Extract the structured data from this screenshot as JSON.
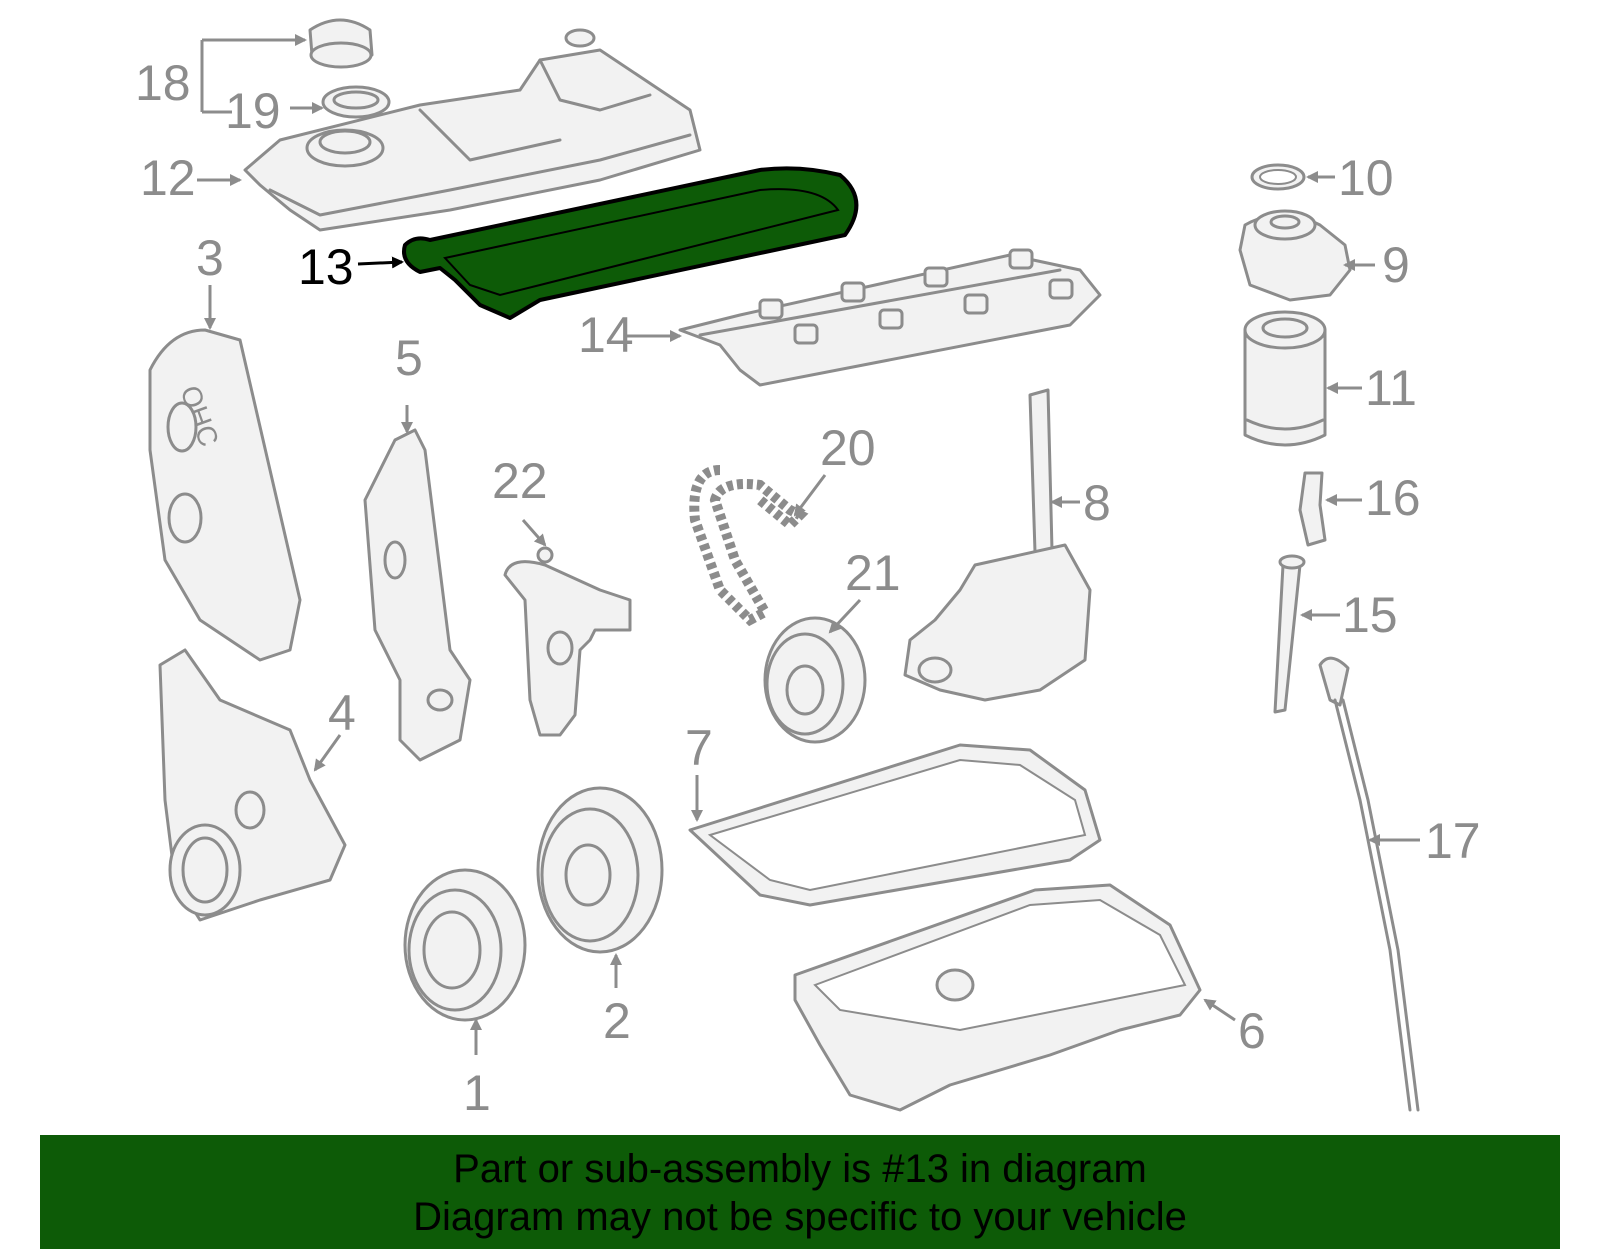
{
  "diagram": {
    "highlight_color": "#0d5b07",
    "part_stroke_color": "#8c8c8c",
    "callouts": [
      {
        "id": "1",
        "label": "1"
      },
      {
        "id": "2",
        "label": "2"
      },
      {
        "id": "3",
        "label": "3"
      },
      {
        "id": "4",
        "label": "4"
      },
      {
        "id": "5",
        "label": "5"
      },
      {
        "id": "6",
        "label": "6"
      },
      {
        "id": "7",
        "label": "7"
      },
      {
        "id": "8",
        "label": "8"
      },
      {
        "id": "9",
        "label": "9"
      },
      {
        "id": "10",
        "label": "10"
      },
      {
        "id": "11",
        "label": "11"
      },
      {
        "id": "12",
        "label": "12"
      },
      {
        "id": "13",
        "label": "13",
        "highlighted": true
      },
      {
        "id": "14",
        "label": "14"
      },
      {
        "id": "15",
        "label": "15"
      },
      {
        "id": "16",
        "label": "16"
      },
      {
        "id": "17",
        "label": "17"
      },
      {
        "id": "18",
        "label": "18"
      },
      {
        "id": "19",
        "label": "19"
      },
      {
        "id": "20",
        "label": "20"
      },
      {
        "id": "21",
        "label": "21"
      },
      {
        "id": "22",
        "label": "22"
      }
    ],
    "timing_cover_stamp": "OHC"
  },
  "banner": {
    "line1": "Part or sub-assembly is #13 in diagram",
    "line2": "Diagram may not be specific to your vehicle"
  }
}
